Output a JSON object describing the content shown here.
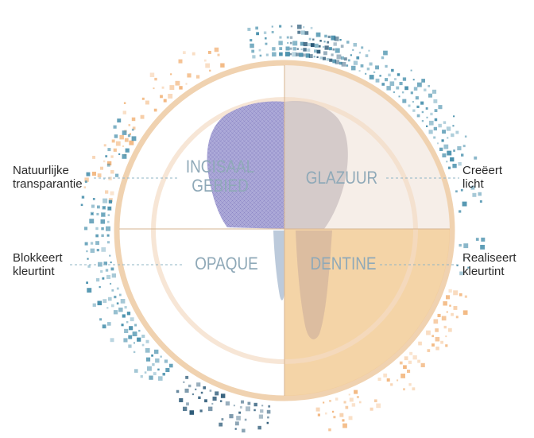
{
  "diagram": {
    "quadrants": {
      "top_left": [
        "INCISAAL",
        "GEBIED"
      ],
      "top_right": [
        "GLAZUUR"
      ],
      "bottom_left": [
        "OPAQUE"
      ],
      "bottom_right": [
        "DENTINE"
      ]
    },
    "callouts": {
      "left_top": [
        "Natuurlijke",
        "transparantie"
      ],
      "left_bottom": [
        "Blokkeert",
        "kleurtint"
      ],
      "right_top": [
        "Creëert",
        "licht"
      ],
      "right_bottom": [
        "Realiseert",
        "kleurtint"
      ]
    },
    "colors": {
      "ring": "#f0d2b0",
      "incisal": "#9a96cc",
      "enamel": "#d8cfcc",
      "dentine": "#f2cc98",
      "quad_text": "#8fa9b8",
      "dot_blue": "#3f8aa8",
      "dot_navy": "#1d4e6e",
      "dot_orange": "#f2b47a"
    }
  }
}
